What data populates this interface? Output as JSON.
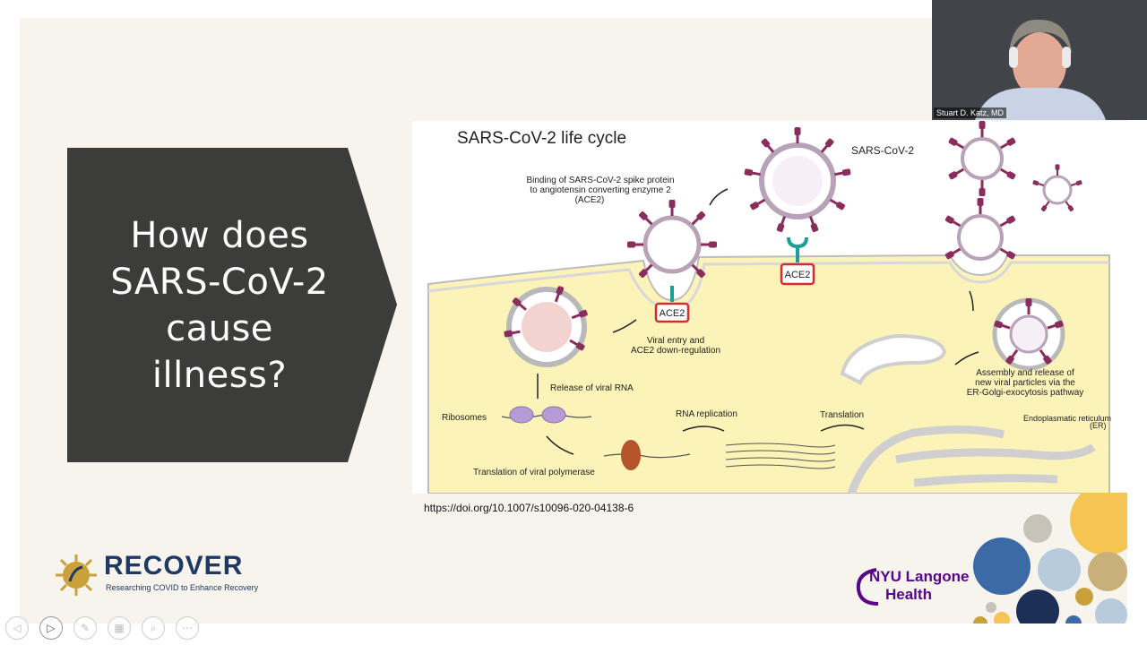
{
  "slide": {
    "title": "How does SARS-CoV-2 cause illness?",
    "doi_link": "https://doi.org/10.1007/s10096-020-04138-6"
  },
  "figure": {
    "heading": "SARS-CoV-2 life cycle",
    "virus_label": "SARS-CoV-2",
    "binding_label_1": "Binding of SARS-CoV-2 spike protein",
    "binding_label_2": "to angiotensin converting enzyme 2",
    "binding_label_3": "(ACE2)",
    "ace2_receptor_label": "ACE2",
    "ace2_pit_label": "ACE2",
    "entry_label_1": "Viral entry and",
    "entry_label_2": "ACE2 down-regulation",
    "release_label": "Release of viral RNA",
    "ribosomes_label": "Ribosomes",
    "polymerase_label": "Translation of viral polymerase",
    "rna_replication_label": "RNA replication",
    "translation_label": "Translation",
    "er_label_1": "Endoplasmatic reticulum",
    "er_label_2": "(ER)",
    "assembly_label_1": "Assembly and release of",
    "assembly_label_2": "new viral particles via the",
    "assembly_label_3": "ER-Golgi-exocytosis pathway"
  },
  "logos": {
    "recover_wordmark": "RECOVER",
    "recover_tagline": "Researching COVID to Enhance Recovery",
    "nyu_line1": "NYU Langone",
    "nyu_line2": "Health"
  },
  "webcam": {
    "participant_name": "Stuart D. Katz, MD"
  },
  "toolbar": {
    "prev_glyph": "◁",
    "play_glyph": "▷",
    "pen_glyph": "✎",
    "slides_glyph": "▦",
    "zoom_glyph": "⌕",
    "more_glyph": "⋯"
  },
  "colors": {
    "title_panel": "#3c3c3b",
    "slide_bg": "#f7f4ee",
    "cell_fill": "#fbf3b8",
    "virus_spike": "#8a2d5c",
    "ace2_red": "#d62b2b",
    "ace2_teal": "#1f9e96",
    "recover_navy": "#1f3864",
    "recover_gold": "#c9a13b",
    "nyu_purple": "#57068c"
  }
}
